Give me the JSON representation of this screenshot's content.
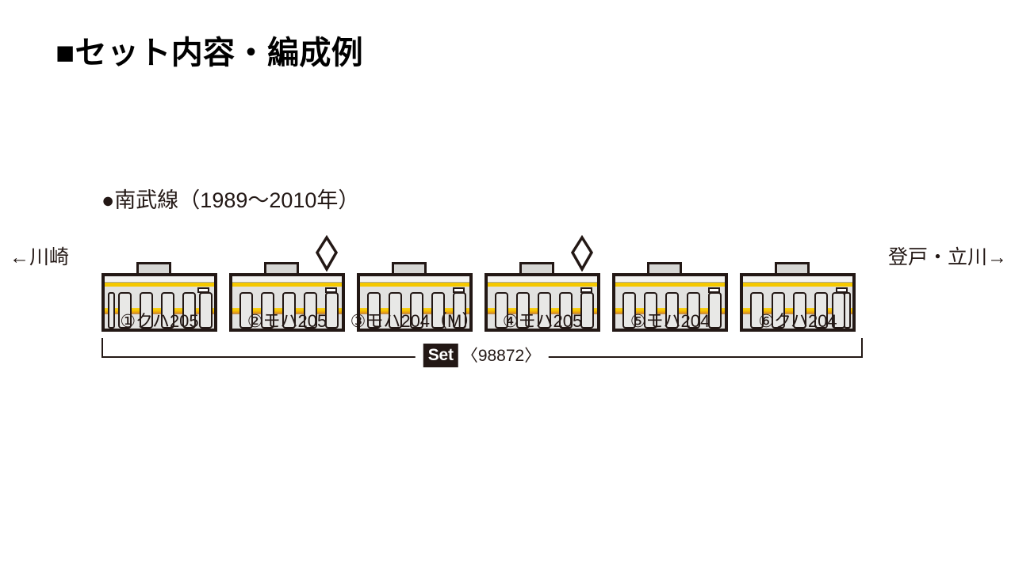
{
  "page": {
    "title": "■セット内容・編成例",
    "bullet_icon": "filled-square-icon"
  },
  "formation": {
    "heading": "●南武線（1989〜2010年）",
    "heading_bullet_icon": "filled-circle-icon",
    "line_name": "南武線",
    "year_range": "1989〜2010年",
    "direction_left": "←川崎",
    "direction_right": "登戸・立川→",
    "terminus_left": "川崎",
    "terminus_right": "登戸・立川",
    "cars": [
      {
        "number": "①",
        "label": "①クハ205",
        "type": "クハ205",
        "pantograph": false,
        "cab_end": "left",
        "motor": false
      },
      {
        "number": "②",
        "label": "②モハ205",
        "type": "モハ205",
        "pantograph": true,
        "cab_end": "none",
        "motor": false
      },
      {
        "number": "③",
        "label": "③モハ204（M）",
        "type": "モハ204（M）",
        "pantograph": false,
        "cab_end": "none",
        "motor": true
      },
      {
        "number": "④",
        "label": "④モハ205",
        "type": "モハ205",
        "pantograph": true,
        "cab_end": "none",
        "motor": false
      },
      {
        "number": "⑤",
        "label": "⑤モハ204",
        "type": "モハ204",
        "pantograph": false,
        "cab_end": "none",
        "motor": false
      },
      {
        "number": "⑥",
        "label": "⑥クハ204",
        "type": "クハ204",
        "pantograph": false,
        "cab_end": "right",
        "motor": false
      }
    ],
    "set": {
      "chip_label": "Set",
      "product_code": "〈98872〉"
    }
  },
  "colors": {
    "outline": "#231815",
    "body": "#e2e2e0",
    "stripe_yellow": "#f5c800",
    "stripe_orange": "#e79a16",
    "background": "#ffffff"
  }
}
